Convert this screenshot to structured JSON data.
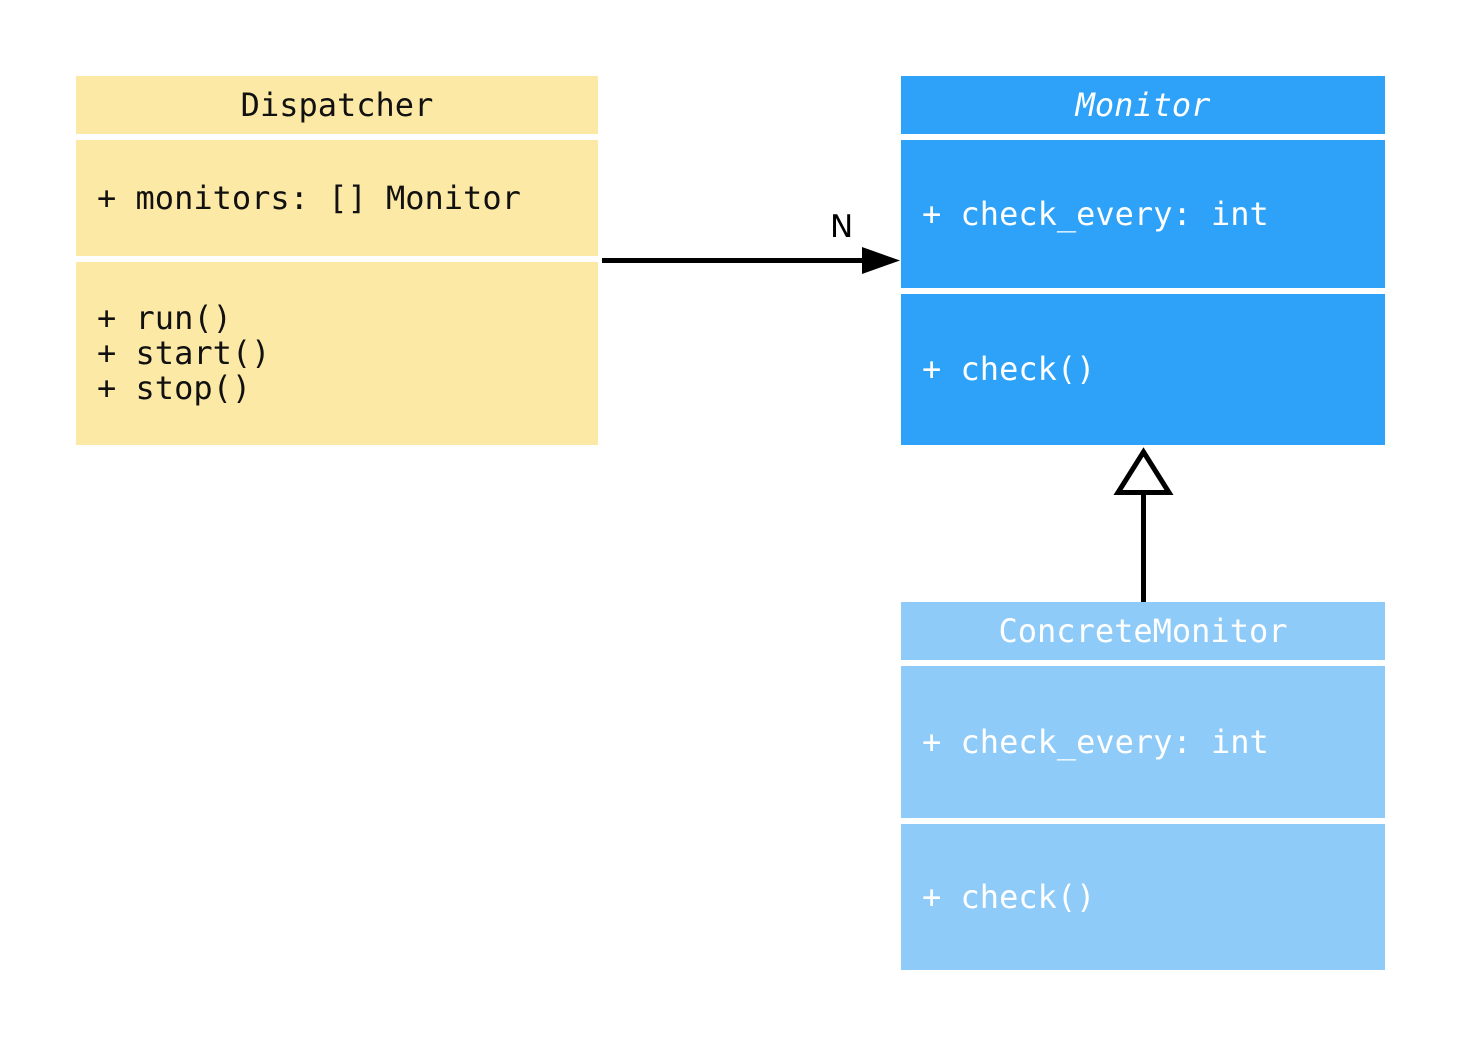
{
  "diagram": {
    "type": "uml-class-diagram",
    "background_color": "#FFFFFF",
    "classes": [
      {
        "name": "Dispatcher",
        "abstract": false,
        "fill_color": "#FCE9A6",
        "text_color": "#111111",
        "attributes": [
          "+ monitors: [] Monitor"
        ],
        "methods": [
          "+ run()",
          "+ start()",
          "+ stop()"
        ]
      },
      {
        "name": "Monitor",
        "abstract": true,
        "fill_color": "#2EA2F8",
        "text_color": "#FFFFFF",
        "attributes": [
          "+ check_every: int"
        ],
        "methods": [
          "+ check()"
        ]
      },
      {
        "name": "ConcreteMonitor",
        "abstract": false,
        "fill_color": "#8FCBF8",
        "text_color": "#FFFFFF",
        "attributes": [
          "+ check_every: int"
        ],
        "methods": [
          "+ check()"
        ]
      }
    ],
    "relationships": [
      {
        "type": "association",
        "from": "Dispatcher",
        "to": "Monitor",
        "label": "N",
        "line_color": "#000000"
      },
      {
        "type": "inheritance",
        "from": "ConcreteMonitor",
        "to": "Monitor",
        "label": "",
        "line_color": "#000000"
      }
    ]
  }
}
